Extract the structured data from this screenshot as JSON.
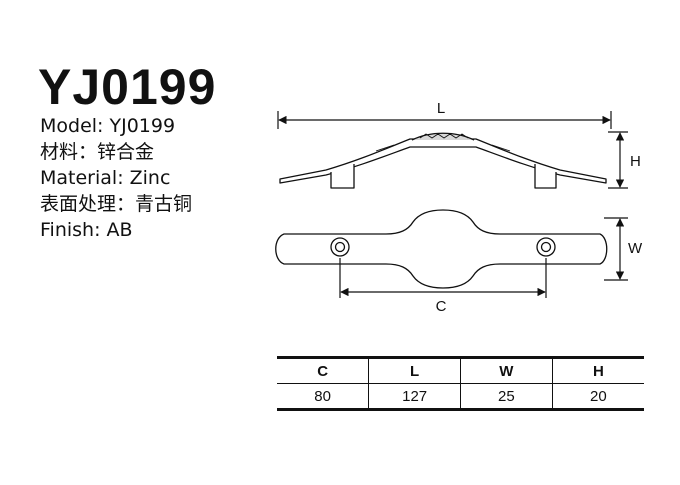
{
  "model_code": "YJ0199",
  "specs": [
    {
      "key": "Model: ",
      "value": "YJ0199"
    },
    {
      "key": "材料：",
      "value": "锌合金"
    },
    {
      "key": "Material: ",
      "value": "Zinc"
    },
    {
      "key": "表面处理：",
      "value": "青古铜"
    },
    {
      "key": "Finish: ",
      "value": "AB"
    }
  ],
  "dimension_labels": {
    "L": "L",
    "H": "H",
    "W": "W",
    "C": "C"
  },
  "table": {
    "headers": [
      "C",
      "L",
      "W",
      "H"
    ],
    "values": [
      "80",
      "127",
      "25",
      "20"
    ]
  }
}
